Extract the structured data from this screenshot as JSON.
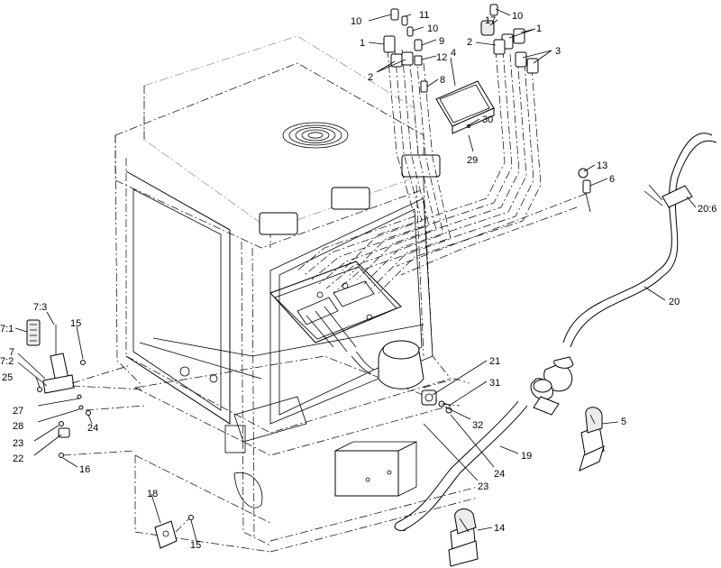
{
  "callouts": [
    {
      "id": "c10a",
      "text": "10"
    },
    {
      "id": "c11",
      "text": "11"
    },
    {
      "id": "c10b",
      "text": "10"
    },
    {
      "id": "c9",
      "text": "9"
    },
    {
      "id": "c1a",
      "text": "1"
    },
    {
      "id": "c12",
      "text": "12"
    },
    {
      "id": "c2a",
      "text": "2"
    },
    {
      "id": "c4",
      "text": "4"
    },
    {
      "id": "c8",
      "text": "8"
    },
    {
      "id": "c30",
      "text": "30"
    },
    {
      "id": "c29",
      "text": "29"
    },
    {
      "id": "c17",
      "text": "17"
    },
    {
      "id": "c10c",
      "text": "10"
    },
    {
      "id": "c1b",
      "text": "1"
    },
    {
      "id": "c2b",
      "text": "2"
    },
    {
      "id": "c3",
      "text": "3"
    },
    {
      "id": "c13",
      "text": "13"
    },
    {
      "id": "c6",
      "text": "6"
    },
    {
      "id": "c20_6",
      "text": "20:6"
    },
    {
      "id": "c20",
      "text": "20"
    },
    {
      "id": "c7_3",
      "text": "7:3"
    },
    {
      "id": "c7_1",
      "text": "7:1"
    },
    {
      "id": "c15a",
      "text": "15"
    },
    {
      "id": "c7",
      "text": "7"
    },
    {
      "id": "c7_2",
      "text": "7:2"
    },
    {
      "id": "c25",
      "text": "25"
    },
    {
      "id": "c27",
      "text": "27"
    },
    {
      "id": "c28",
      "text": "28"
    },
    {
      "id": "c24a",
      "text": "24"
    },
    {
      "id": "c23a",
      "text": "23"
    },
    {
      "id": "c22",
      "text": "22"
    },
    {
      "id": "c16",
      "text": "16"
    },
    {
      "id": "c21",
      "text": "21"
    },
    {
      "id": "c31",
      "text": "31"
    },
    {
      "id": "c32",
      "text": "32"
    },
    {
      "id": "c19",
      "text": "19"
    },
    {
      "id": "c24b",
      "text": "24"
    },
    {
      "id": "c23b",
      "text": "23"
    },
    {
      "id": "c5",
      "text": "5"
    },
    {
      "id": "c18",
      "text": "18"
    },
    {
      "id": "c15b",
      "text": "15"
    },
    {
      "id": "c14",
      "text": "14"
    }
  ]
}
